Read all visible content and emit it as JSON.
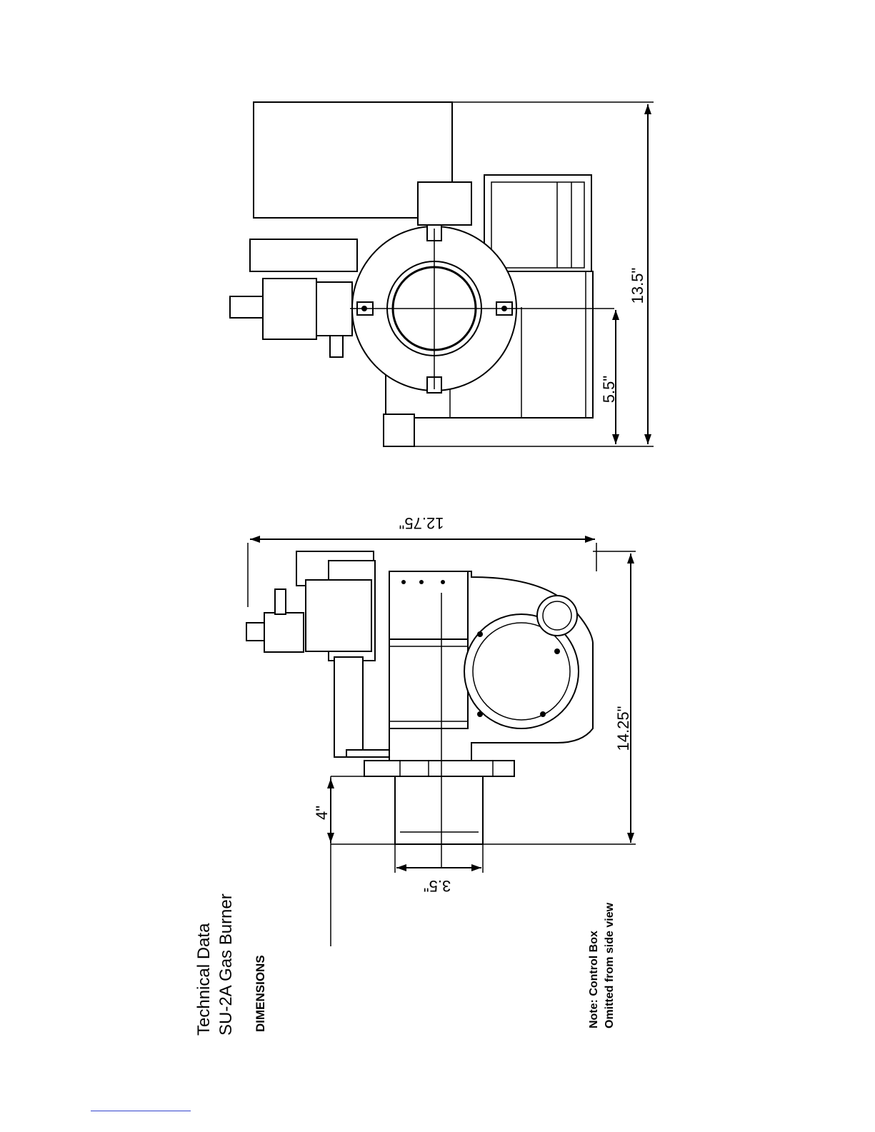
{
  "title": {
    "line1": "Technical Data",
    "line2": "SU-2A Gas Burner",
    "line3": "DIMENSIONS"
  },
  "note": {
    "line1": "Note: Control Box",
    "line2": "Omitted from side view"
  },
  "dimensions": {
    "total_height_front": "13.5\"",
    "center_height": "5.5\"",
    "overall_length": "12.75\"",
    "side_height": "14.25\"",
    "tube_length": "4\"",
    "tube_diameter": "3.5\""
  }
}
